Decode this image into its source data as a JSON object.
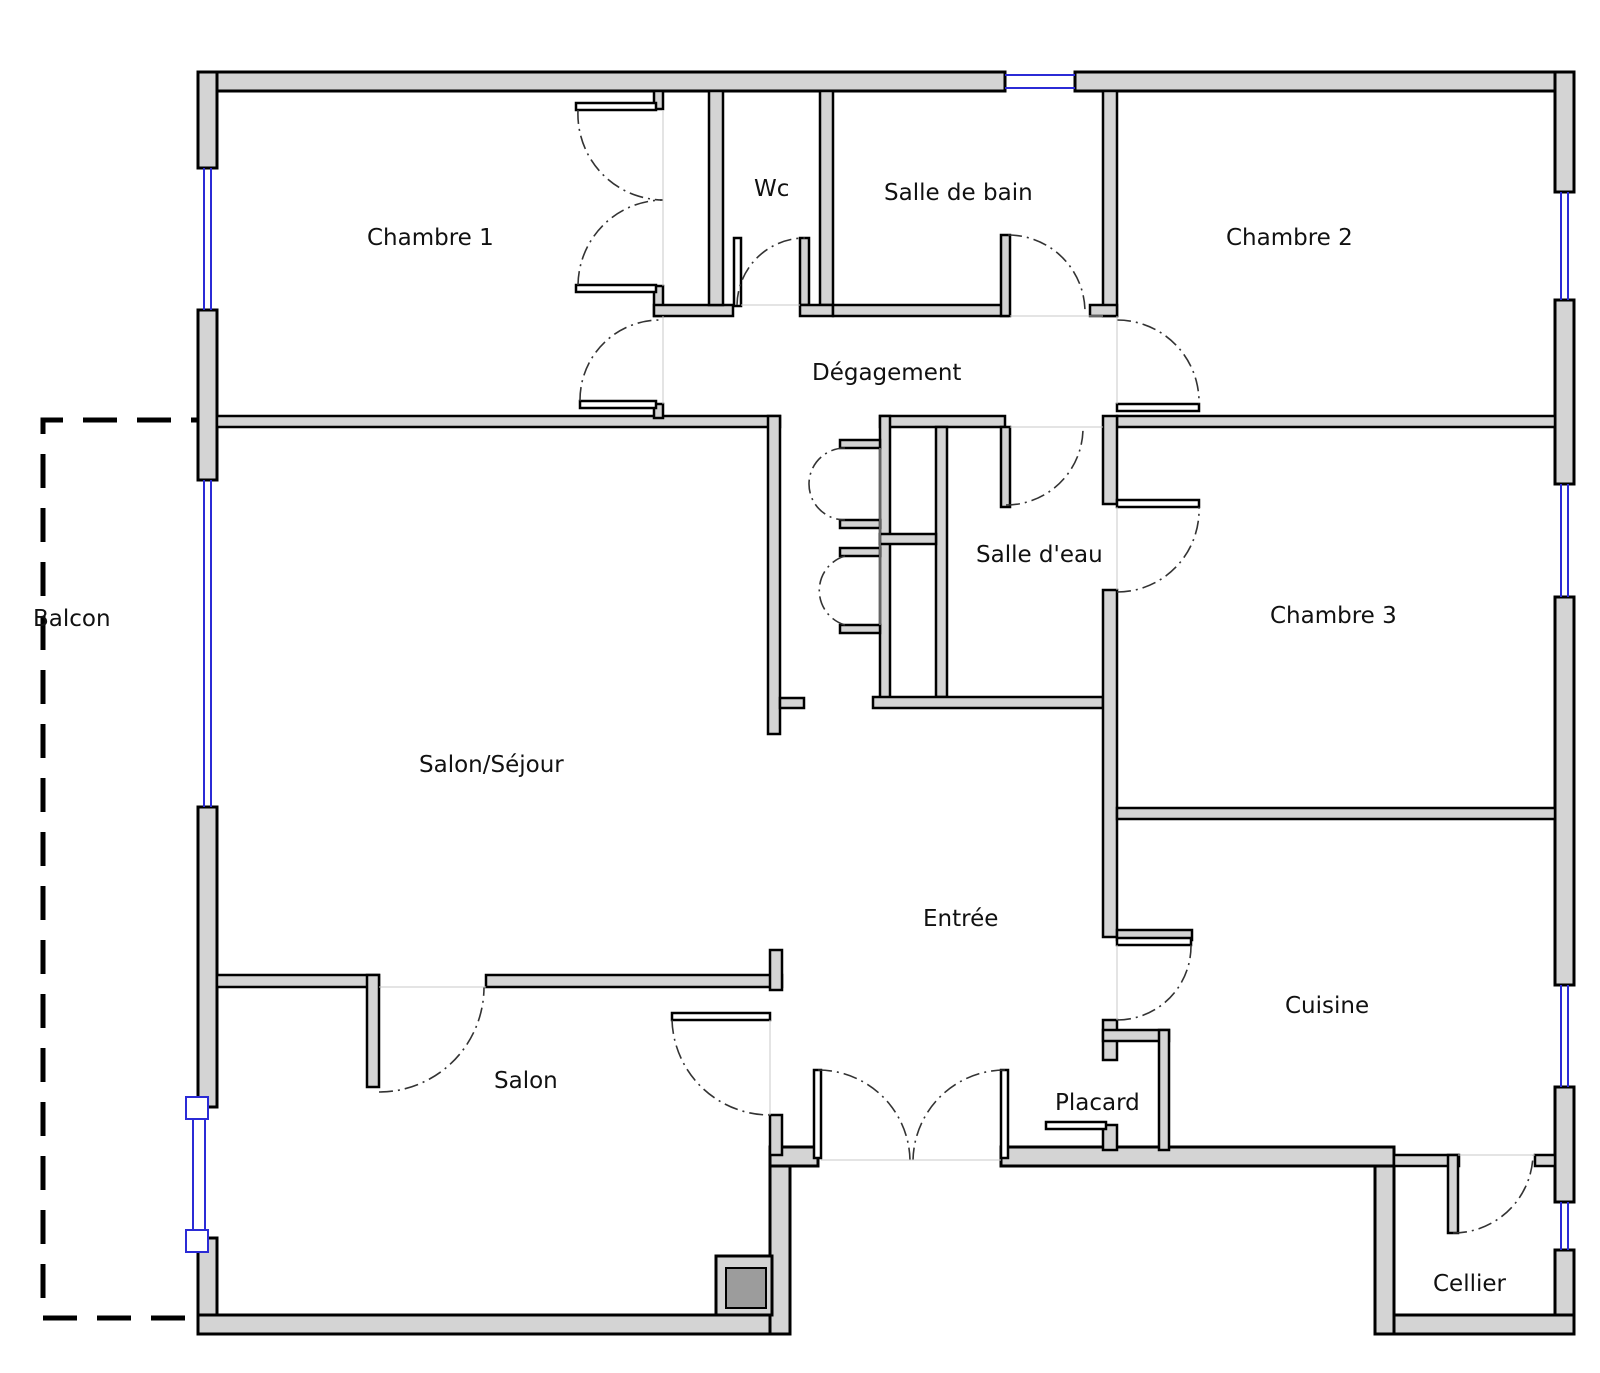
{
  "plan": {
    "rooms": {
      "chambre_1": "Chambre 1",
      "wc": "Wc",
      "salle_de_bain": "Salle de bain",
      "chambre_2": "Chambre 2",
      "degagement": "Dégagement",
      "salle_deau": "Salle d'eau",
      "chambre_3": "Chambre 3",
      "balcon": "Balcon",
      "salon_sejour": "Salon/Séjour",
      "entree": "Entrée",
      "cuisine": "Cuisine",
      "salon": "Salon",
      "placard": "Placard",
      "cellier": "Cellier"
    }
  }
}
